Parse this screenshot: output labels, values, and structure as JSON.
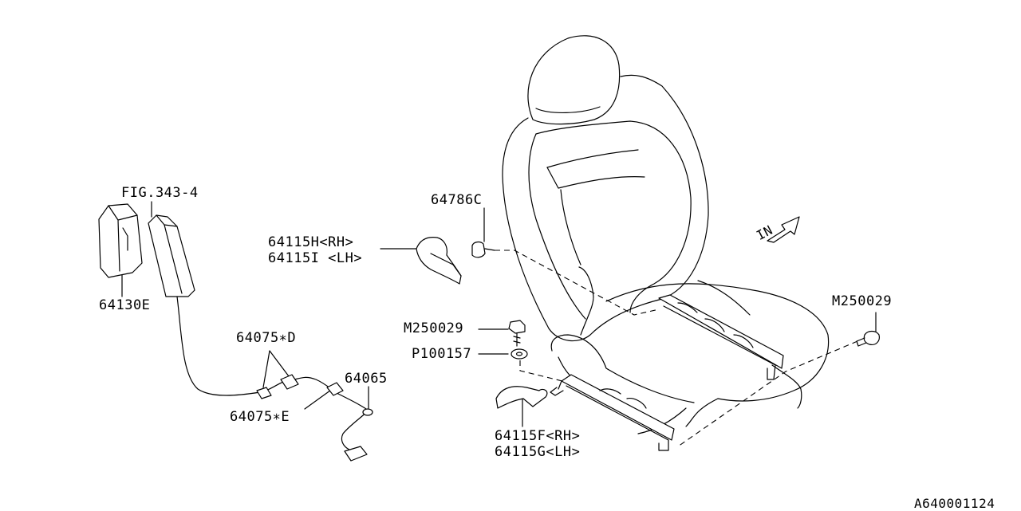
{
  "labels": {
    "fig_ref": "FIG.343-4",
    "p64130e": "64130E",
    "p64786c": "64786C",
    "p64115h": "64115H",
    "p64115i": "64115I",
    "rh": "<RH>",
    "lh": "<LH>",
    "p64075d": "64075∗D",
    "p64075e": "64075∗E",
    "p64065": "64065",
    "m250029_left": "M250029",
    "m250029_right": "M250029",
    "p100157": "P100157",
    "p64115f": "64115F",
    "p64115g": "64115G",
    "in_arrow": "IN",
    "diagram_code": "A640001124"
  }
}
